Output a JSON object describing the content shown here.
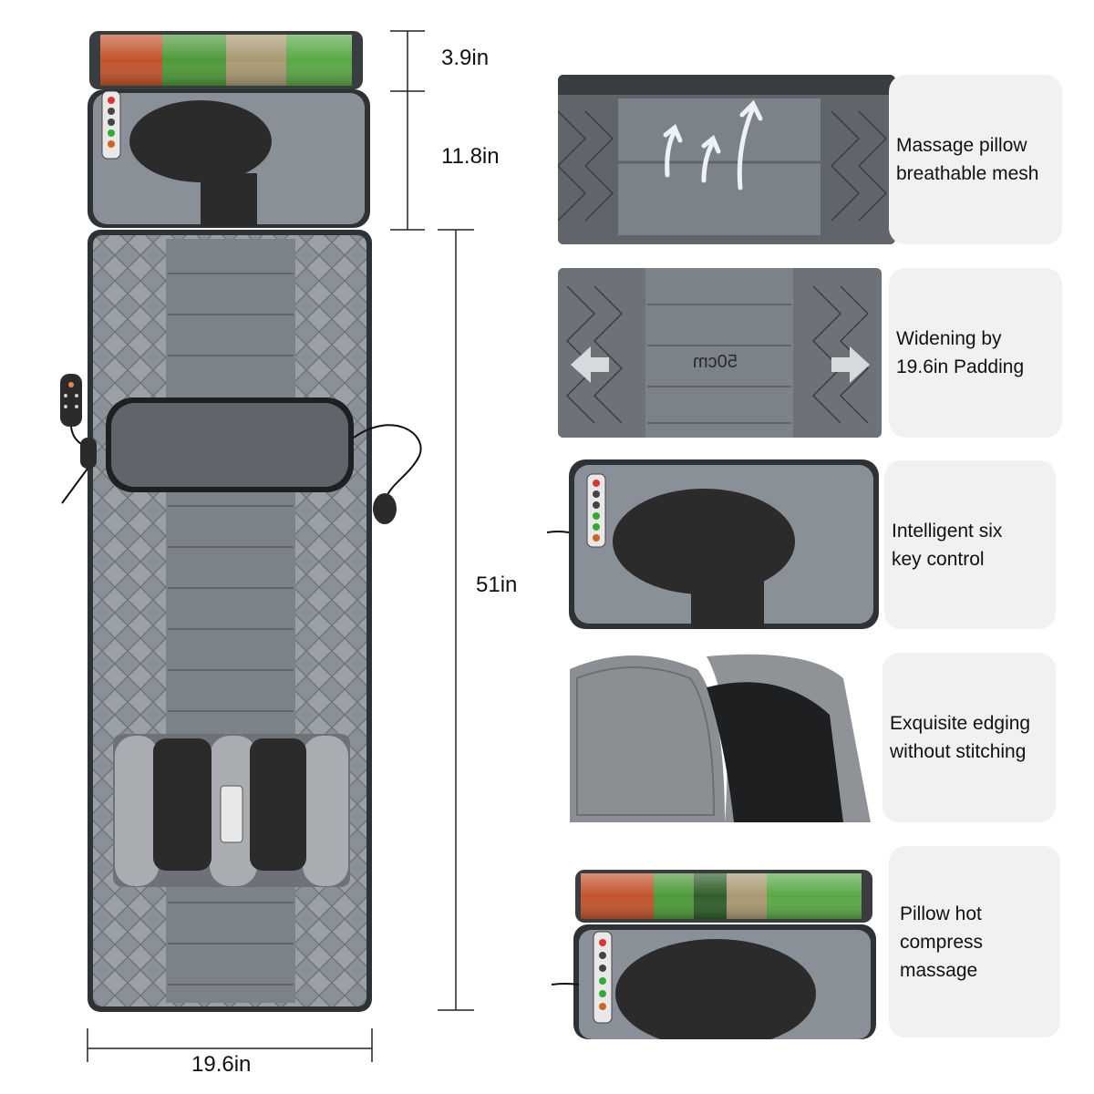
{
  "dimensions": {
    "pillow_roll_height": "3.9in",
    "head_pillow_height": "11.8in",
    "mat_length": "51in",
    "mat_width": "19.6in"
  },
  "features": [
    {
      "caption": "Massage pillow\nbreathable mesh"
    },
    {
      "caption": "Widening by\n19.6in Padding",
      "width_marking": "50cm"
    },
    {
      "caption": "Intelligent six\nkey control"
    },
    {
      "caption": "Exquisite edging\nwithout stitching"
    },
    {
      "caption": "Pillow hot\ncompress\nmassage"
    }
  ],
  "colors": {
    "mat_body": "#8a9097",
    "mat_dark": "#3a3d40",
    "panel_center": "#6e747a",
    "foam_black": "#2b2b2b",
    "herb_red": "#c2542c",
    "herb_green": "#4e9a3a",
    "herb_tan": "#a89a72"
  }
}
